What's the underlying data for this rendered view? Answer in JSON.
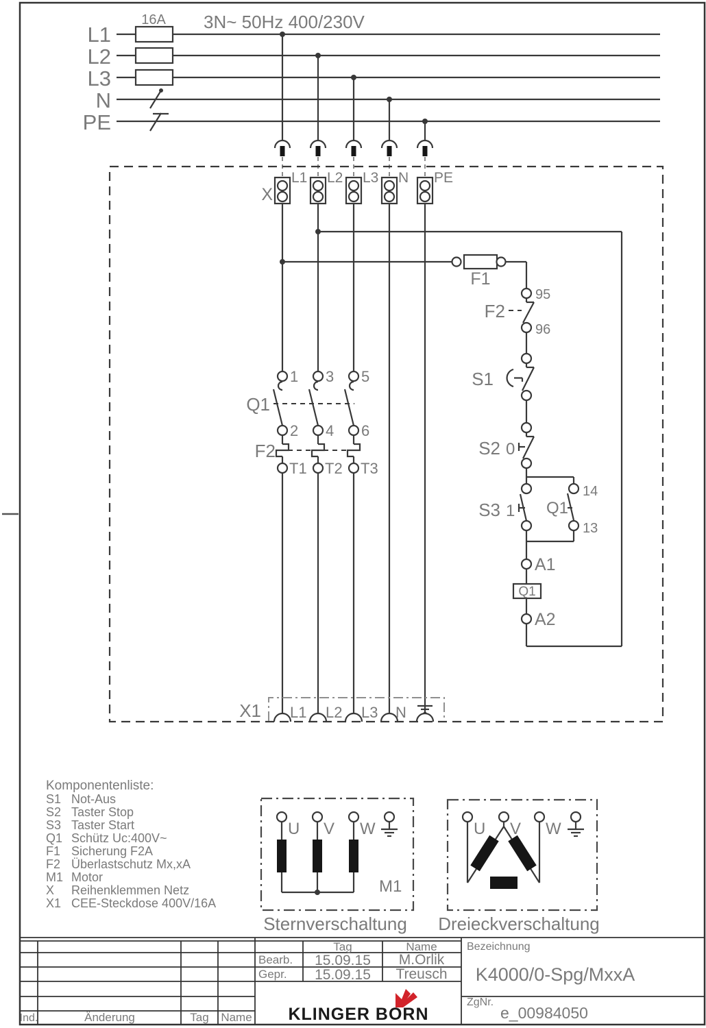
{
  "colors": {
    "line": "#383838",
    "text": "#7a7a7a",
    "logo_red": "#d2232a",
    "logo_black": "#1a1a1a"
  },
  "header": {
    "fuse_rating": "16A",
    "system": "3N~ 50Hz 400/230V",
    "lines": [
      "L1",
      "L2",
      "L3",
      "N",
      "PE"
    ]
  },
  "x_terminals": {
    "label": "X",
    "pins": [
      "L1",
      "L2",
      "L3",
      "N",
      "PE"
    ]
  },
  "control": {
    "f1": "F1",
    "f2": "F2",
    "t95": "95",
    "t96": "96",
    "s1": "S1",
    "s2": "S2",
    "s2_pos": "0",
    "s3": "S3",
    "s3_pos": "1",
    "q1_aux": "Q1",
    "t14": "14",
    "t13": "13",
    "a1": "A1",
    "coil": "Q1",
    "a2": "A2"
  },
  "main_contacts": {
    "q1": "Q1",
    "f2": "F2",
    "top": [
      "1",
      "3",
      "5"
    ],
    "bottom": [
      "2",
      "4",
      "6"
    ],
    "out": [
      "T1",
      "T2",
      "T3"
    ]
  },
  "x1": {
    "label": "X1",
    "pins": [
      "L1",
      "L2",
      "L3",
      "N"
    ]
  },
  "component_list": {
    "title": "Komponentenliste:",
    "items": [
      {
        "id": "S1",
        "desc": "Not-Aus"
      },
      {
        "id": "S2",
        "desc": "Taster Stop"
      },
      {
        "id": "S3",
        "desc": "Taster Start"
      },
      {
        "id": "Q1",
        "desc": "Schütz Uc:400V~"
      },
      {
        "id": "F1",
        "desc": "Sicherung F2A"
      },
      {
        "id": "F2",
        "desc": "Überlastschutz Mx,xA"
      },
      {
        "id": "M1",
        "desc": "Motor"
      },
      {
        "id": "X",
        "desc": "Reihenklemmen Netz"
      },
      {
        "id": "X1",
        "desc": "CEE-Steckdose 400V/16A"
      }
    ]
  },
  "motors": {
    "star": {
      "caption": "Sternverschaltung",
      "u": "U",
      "v": "V",
      "w": "W",
      "m1": "M1"
    },
    "delta": {
      "caption": "Dreieckverschaltung",
      "u": "U",
      "v": "V",
      "w": "W"
    }
  },
  "title_block": {
    "rev": {
      "ind": "Ind.",
      "aenderung": "Änderung",
      "tag": "Tag",
      "name": "Name"
    },
    "tag_header": "Tag",
    "name_header": "Name",
    "bearb_label": "Bearb.",
    "gepr_label": "Gepr.",
    "bearb_tag": "15.09.15",
    "bearb_name": "M.Orlik",
    "gepr_tag": "15.09.15",
    "gepr_name": "Treusch",
    "bezeichnung_label": "Bezeichnung",
    "bezeichnung": "K4000/0-Spg/MxxA",
    "zgnr_label": "ZgNr.",
    "zgnr": "e_00984050",
    "logo": "KLINGER BORN"
  }
}
